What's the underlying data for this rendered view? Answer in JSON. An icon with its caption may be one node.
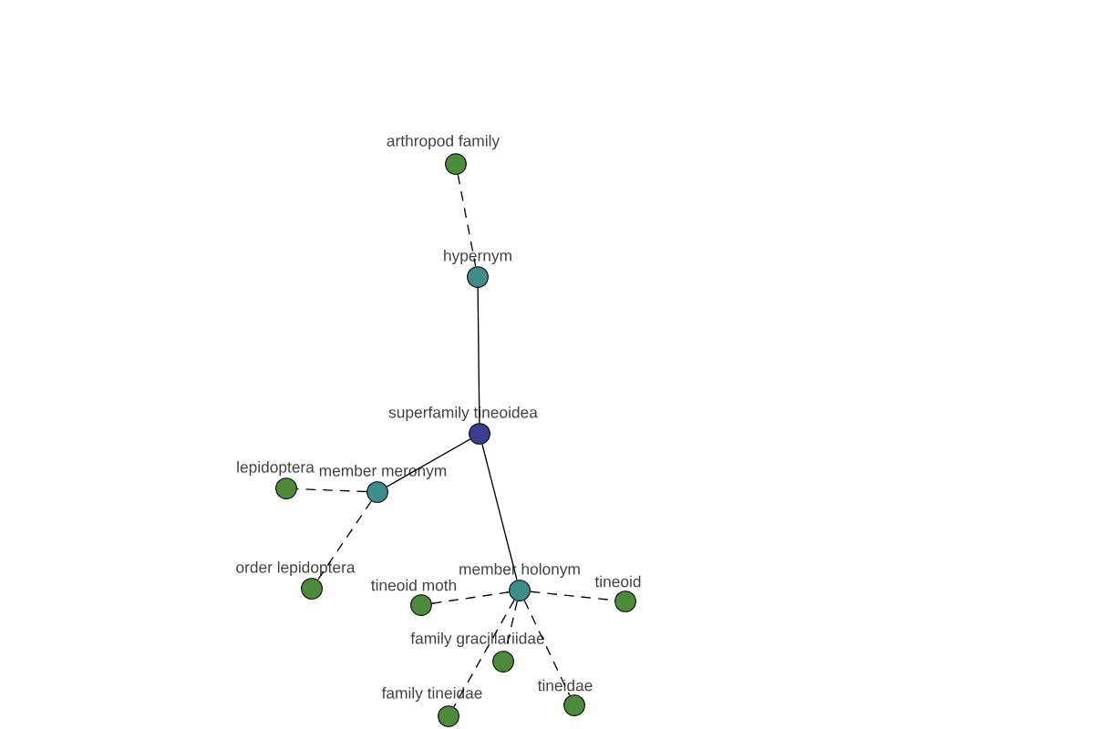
{
  "diagram": {
    "nodes": [
      {
        "text": [
          "arthropod family"
        ]
      },
      {
        "text": [
          "hypernym"
        ]
      },
      {
        "text": [
          "superfamily tineoidea"
        ]
      },
      {
        "text": [
          "lepidoptera"
        ]
      },
      {
        "text": [
          "member meronym"
        ]
      },
      {
        "text": [
          "order lepidoptera"
        ]
      },
      {
        "text": [
          "tineoid moth"
        ]
      },
      {
        "text": [
          "member holonym"
        ]
      },
      {
        "text": [
          "tineoid"
        ]
      },
      {
        "text": [
          "family gracillariidae"
        ]
      },
      {
        "text": [
          "family tineidae"
        ]
      },
      {
        "text": [
          "tineidae"
        ]
      }
    ],
    "edges": [
      {
        "from": 0,
        "to": 1,
        "arrow": "none",
        "style": "dashed"
      },
      {
        "from": 1,
        "to": 2,
        "arrow": "none"
      },
      {
        "from": 2,
        "to": 4,
        "arrow": "none"
      },
      {
        "from": 2,
        "to": 7,
        "arrow": "none"
      },
      {
        "from": 4,
        "to": 3,
        "arrow": "none",
        "style": "dashed"
      },
      {
        "from": 4,
        "to": 5,
        "arrow": "none",
        "style": "dashed"
      },
      {
        "from": 7,
        "to": 6,
        "arrow": "none",
        "style": "dashed"
      },
      {
        "from": 7,
        "to": 8,
        "arrow": "none",
        "style": "dashed"
      },
      {
        "from": 7,
        "to": 9,
        "arrow": "none",
        "style": "dashed"
      },
      {
        "from": 7,
        "to": 10,
        "arrow": "none",
        "style": "dashed"
      },
      {
        "from": 7,
        "to": 11,
        "arrow": "none",
        "style": "dashed"
      }
    ]
  }
}
